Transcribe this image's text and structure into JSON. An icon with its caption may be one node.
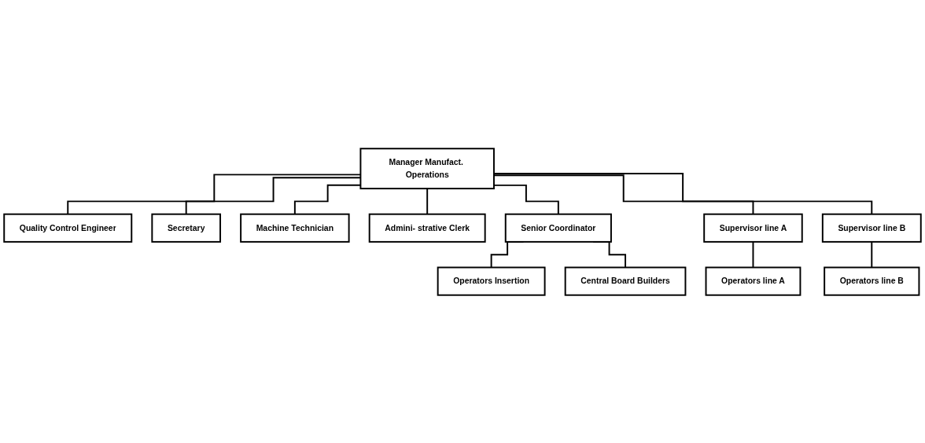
{
  "diagram": {
    "nodes": [
      {
        "text": [
          "Manager Manufact. Operations"
        ]
      },
      {
        "text": [
          "Quality Control Engineer"
        ]
      },
      {
        "text": [
          "Secretary"
        ]
      },
      {
        "text": [
          "Machine Technician"
        ]
      },
      {
        "text": [
          "Admini- strative Clerk"
        ]
      },
      {
        "text": [
          "Senior Coordinator"
        ]
      },
      {
        "text": [
          "Supervisor line A"
        ]
      },
      {
        "text": [
          "Supervisor line B"
        ]
      },
      {
        "text": [
          "Operators Insertion"
        ]
      },
      {
        "text": [
          "Central Board Builders"
        ]
      },
      {
        "text": [
          "Operators line A"
        ]
      },
      {
        "text": [
          "Operators line B"
        ]
      }
    ],
    "edges": [
      {
        "from": 0,
        "to": 1,
        "arrow": "none"
      },
      {
        "from": 0,
        "to": 2,
        "arrow": "none"
      },
      {
        "from": 0,
        "to": 3,
        "arrow": "none"
      },
      {
        "from": 0,
        "to": 4,
        "arrow": "none"
      },
      {
        "from": 0,
        "to": 5,
        "arrow": "none"
      },
      {
        "from": 0,
        "to": 6,
        "arrow": "none"
      },
      {
        "from": 0,
        "to": 7,
        "arrow": "none"
      },
      {
        "from": 5,
        "to": 8,
        "arrow": "none"
      },
      {
        "from": 5,
        "to": 9,
        "arrow": "none"
      },
      {
        "from": 6,
        "to": 10,
        "arrow": "none"
      },
      {
        "from": 7,
        "to": 11,
        "arrow": "none"
      }
    ]
  }
}
